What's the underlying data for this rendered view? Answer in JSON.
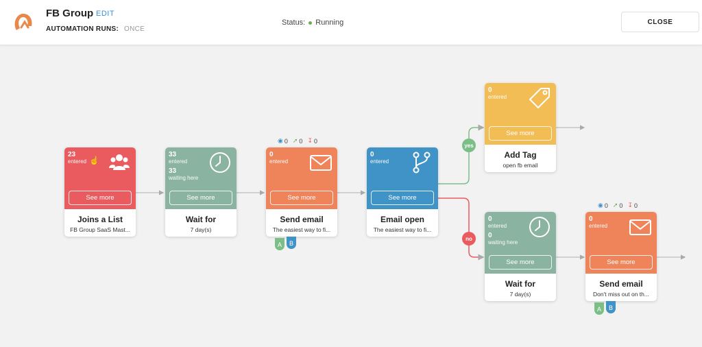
{
  "header": {
    "title": "FB Group",
    "edit_label": "EDIT",
    "runs_label": "AUTOMATION RUNS:",
    "runs_value": "ONCE",
    "status_label": "Status:",
    "status_value": "Running",
    "close_label": "CLOSE",
    "accent_color": "#e8894a"
  },
  "nodes": {
    "joins_list": {
      "count": "23",
      "count_label": "entered",
      "button": "See more",
      "title": "Joins a List",
      "subtitle": "FB Group SaaS Mast...",
      "icon": "users-icon",
      "color": "#e95b5f"
    },
    "wait1": {
      "count": "33",
      "count_label": "entered",
      "waiting": "33",
      "waiting_label": "waiting here",
      "button": "See more",
      "title": "Wait for",
      "subtitle": "7 day(s)",
      "icon": "clock-icon",
      "color": "#8bb3a2"
    },
    "email1": {
      "count": "0",
      "count_label": "entered",
      "button": "See more",
      "title": "Send email",
      "subtitle": "The easiest way to fi...",
      "icon": "envelope-icon",
      "color": "#ef845b",
      "metrics": {
        "opens": "0",
        "clicks": "0",
        "unsubs": "0"
      },
      "variant_a": "A",
      "variant_b": "B"
    },
    "email_open": {
      "count": "0",
      "count_label": "entered",
      "button": "See more",
      "title": "Email open",
      "subtitle": "The easiest way to fi...",
      "icon": "branch-icon",
      "color": "#3f93c6"
    },
    "add_tag": {
      "count": "0",
      "count_label": "entered",
      "button": "See more",
      "title": "Add Tag",
      "subtitle": "open fb email",
      "icon": "tag-icon",
      "color": "#f3bd55"
    },
    "wait2": {
      "count": "0",
      "count_label": "entered",
      "waiting": "0",
      "waiting_label": "waiting here",
      "button": "See more",
      "title": "Wait for",
      "subtitle": "7 day(s)",
      "icon": "clock-icon",
      "color": "#8bb3a2"
    },
    "email2": {
      "count": "0",
      "count_label": "entered",
      "button": "See more",
      "title": "Send email",
      "subtitle": "Don't miss out on th...",
      "icon": "envelope-icon",
      "color": "#ef845b",
      "metrics": {
        "opens": "0",
        "clicks": "0",
        "unsubs": "0"
      },
      "variant_a": "A",
      "variant_b": "B"
    }
  },
  "branches": {
    "yes": "yes",
    "no": "no"
  }
}
